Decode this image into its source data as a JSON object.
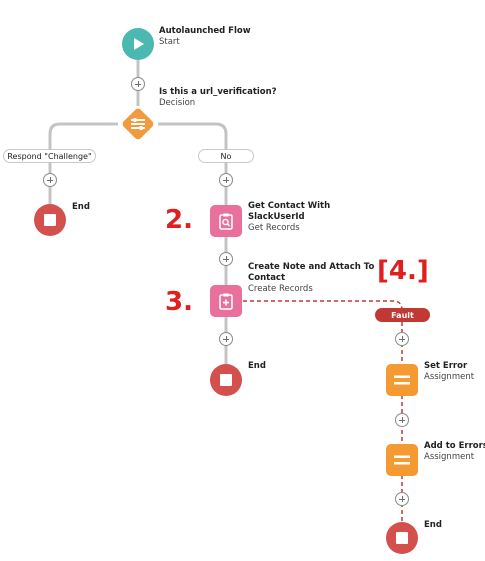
{
  "nodes": {
    "start": {
      "title": "Autolaunched Flow",
      "subtitle": "Start"
    },
    "decision": {
      "title": "Is this a url_verification?",
      "subtitle": "Decision"
    },
    "get_contact": {
      "title_line1": "Get Contact With",
      "title_line2": "SlackUserId",
      "subtitle": "Get Records"
    },
    "create_note": {
      "title_line1": "Create Note and Attach To",
      "title_line2": "Contact",
      "subtitle": "Create Records"
    },
    "set_error": {
      "title": "Set Error",
      "subtitle": "Assignment"
    },
    "add_to_errors": {
      "title": "Add to Errors",
      "subtitle": "Assignment"
    },
    "end_left": {
      "label": "End"
    },
    "end_middle": {
      "label": "End"
    },
    "end_right": {
      "label": "End"
    }
  },
  "branches": {
    "left": "Respond \"Challenge\"",
    "right": "No"
  },
  "fault_label": "Fault",
  "annotations": {
    "a2": "2.",
    "a3": "3.",
    "a4": "[4.]"
  },
  "colors": {
    "start": "#4bb8b2",
    "decision": "#f29a3d",
    "records": "#e8709a",
    "assignment": "#f59931",
    "end": "#d4504c",
    "fault": "#c23934",
    "annotation": "#e0201f"
  }
}
